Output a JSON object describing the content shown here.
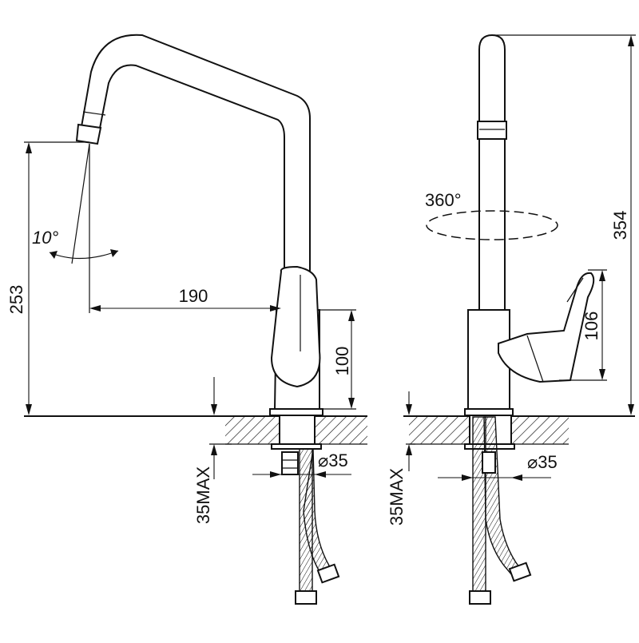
{
  "drawing": {
    "front_view": {
      "dim_height": "253",
      "dim_reach": "190",
      "dim_body_height": "100",
      "dim_max_thickness": "35MAX",
      "dim_hole_diameter": "⌀35",
      "spout_angle": "10°"
    },
    "side_view": {
      "dim_total_height": "354",
      "dim_lever_height": "106",
      "dim_max_thickness": "35MAX",
      "dim_hole_diameter": "⌀35",
      "rotation": "360°"
    }
  }
}
